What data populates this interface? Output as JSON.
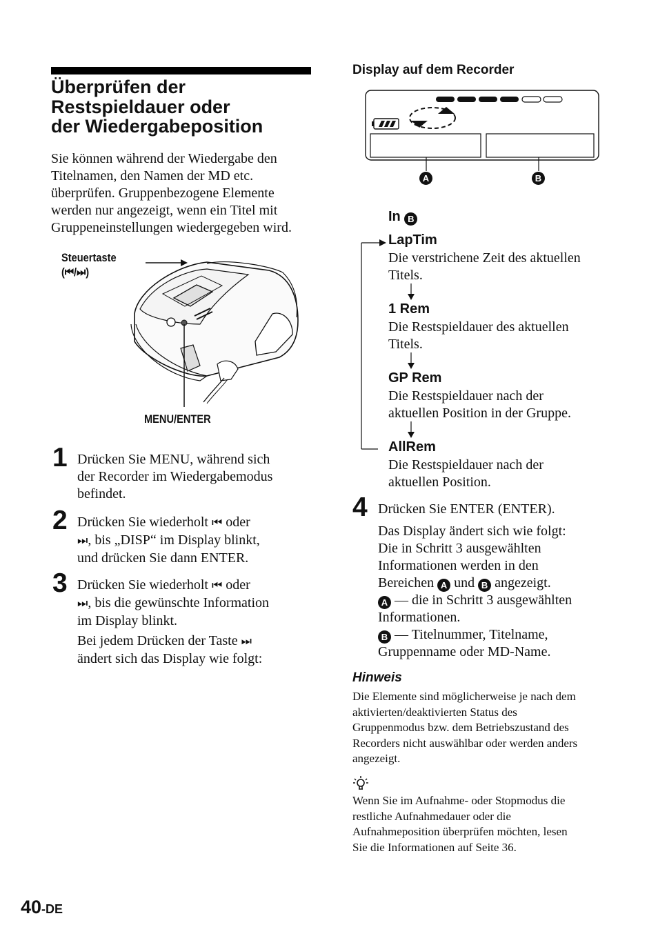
{
  "page": {
    "title_line1": "Überprüfen der",
    "title_line2": "Restspieldauer oder",
    "title_line3": "der Wiedergabeposition",
    "intro_l1": "Sie können während der Wiedergabe den",
    "intro_l2": "Titelnamen, den Namen der MD etc.",
    "intro_l3": "überprüfen. Gruppenbezogene Elemente",
    "intro_l4": "werden nur angezeigt, wenn ein Titel mit",
    "intro_l5": "Gruppeneinstellungen wiedergegeben wird.",
    "page_number": "40",
    "page_suffix": "-DE"
  },
  "illustration": {
    "callout_steuertaste_l1": "Steuertaste",
    "callout_steuertaste_l2": "(⏮/⏭)",
    "callout_menu_enter": "MENU/ENTER"
  },
  "steps": {
    "s1_num": "1",
    "s1_l1": "Drücken Sie MENU, während sich",
    "s1_l2": "der Recorder im Wiedergabemodus",
    "s1_l3": "befindet.",
    "s2_num": "2",
    "s2_l1a": "Drücken Sie wiederholt ",
    "s2_l1b": " oder",
    "s2_l2": ", bis „DISP“ im Display blinkt,",
    "s2_l3": "und drücken Sie dann ENTER.",
    "s3_num": "3",
    "s3_l1a": "Drücken Sie wiederholt ",
    "s3_l1b": " oder",
    "s3_l2": ", bis die gewünschte Information",
    "s3_l3": "im Display blinkt.",
    "s3_sub_l1": "Bei jedem Drücken der Taste ",
    "s3_sub_l2": "ändert sich das Display wie folgt:",
    "s4_num": "4",
    "s4_l1": "Drücken Sie ENTER (ENTER).",
    "s4_sub_l1": "Das Display ändert sich wie folgt:",
    "s4_sub_l2": "Die in Schritt 3 ausgewählten",
    "s4_sub_l3": "Informationen werden in den",
    "s4_sub_l4a": "Bereichen ",
    "s4_sub_l4b": " und ",
    "s4_sub_l4c": " angezeigt.",
    "s4_sub_l5": " — die in Schritt 3 ausgewählten",
    "s4_sub_l6": "Informationen.",
    "s4_sub_l7": " — Titelnummer, Titelname,",
    "s4_sub_l8": "Gruppenname oder MD-Name."
  },
  "display": {
    "heading": "Display auf dem Recorder",
    "area_a": "A",
    "area_b": "B",
    "in_label": "In "
  },
  "cycle": {
    "lap_head": "LapTim",
    "lap_l1": "Die verstrichene Zeit des aktuellen",
    "lap_l2": "Titels.",
    "rem1_head": "1 Rem",
    "rem1_l1": "Die Restspieldauer des aktuellen",
    "rem1_l2": "Titels.",
    "gp_head": "GP Rem",
    "gp_l1": "Die Restspieldauer nach der",
    "gp_l2": "aktuellen Position in der Gruppe.",
    "all_head": "AllRem",
    "all_l1": "Die Restspieldauer nach der",
    "all_l2": "aktuellen Position."
  },
  "notes": {
    "hinweis_head": "Hinweis",
    "hinweis_l1": "Die Elemente sind möglicherweise je nach dem",
    "hinweis_l2": "aktivierten/deaktivierten Status des",
    "hinweis_l3": "Gruppenmodus bzw. dem Betriebszustand des",
    "hinweis_l4": "Recorders nicht auswählbar oder werden anders",
    "hinweis_l5": "angezeigt.",
    "tip_icon": "lightbulb-icon",
    "tip_l1": "Wenn Sie im Aufnahme- oder Stopmodus die",
    "tip_l2": "restliche Aufnahmedauer oder die",
    "tip_l3": "Aufnahmeposition überprüfen möchten, lesen",
    "tip_l4": "Sie die Informationen auf Seite 36."
  }
}
